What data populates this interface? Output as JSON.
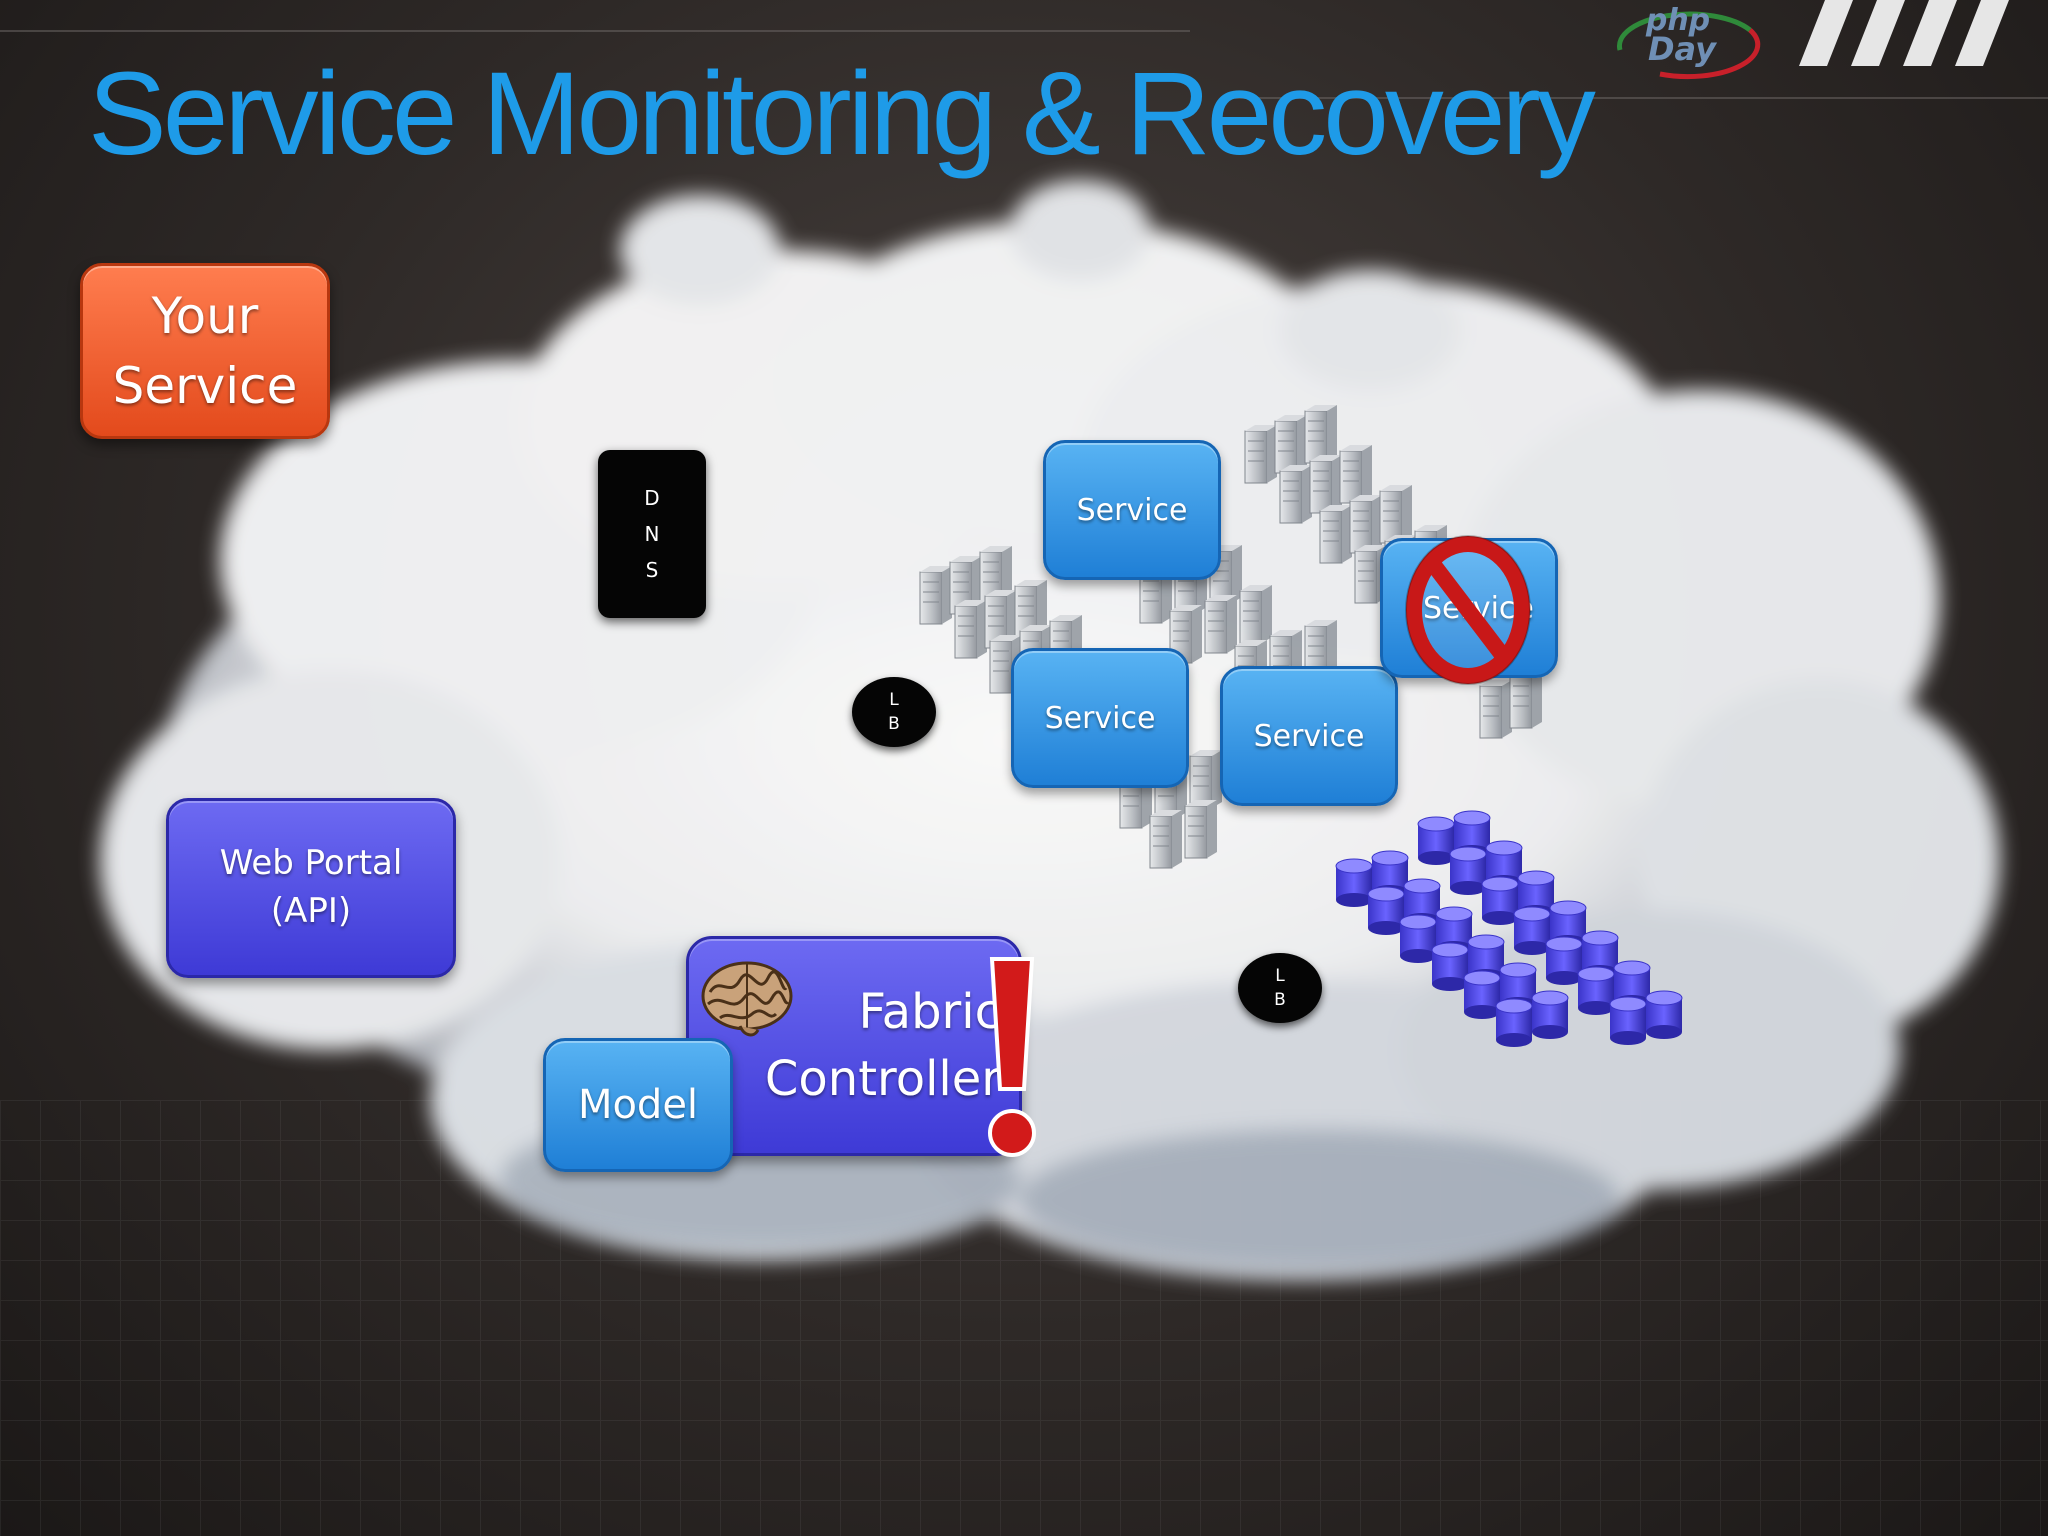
{
  "slide": {
    "title": "Service Monitoring & Recovery"
  },
  "your_service": {
    "line1": "Your",
    "line2": "Service"
  },
  "dns": {
    "letters": [
      "D",
      "N",
      "S"
    ]
  },
  "load_balancers": [
    {
      "line1": "L",
      "line2": "B"
    },
    {
      "line1": "L",
      "line2": "B"
    }
  ],
  "services": [
    {
      "label": "Service"
    },
    {
      "label": "Service"
    },
    {
      "label": "Service"
    },
    {
      "label": "Service",
      "status": "failed"
    }
  ],
  "web_portal": {
    "line1": "Web Portal",
    "line2": "(API)"
  },
  "fabric_controller": {
    "line1": "Fabric",
    "line2": "Controller"
  },
  "model": {
    "label": "Model"
  },
  "logo": {
    "line1": "php",
    "line2": "Day"
  },
  "colors": {
    "title": "#1e9be8",
    "service_box": "#3a97e6",
    "portal_box": "#4b47e0",
    "your_service_box": "#f0582a",
    "alert": "#d21a1a"
  },
  "icons": [
    "server-rack-icon",
    "database-icon",
    "brain-icon",
    "prohibited-icon",
    "exclamation-icon"
  ]
}
